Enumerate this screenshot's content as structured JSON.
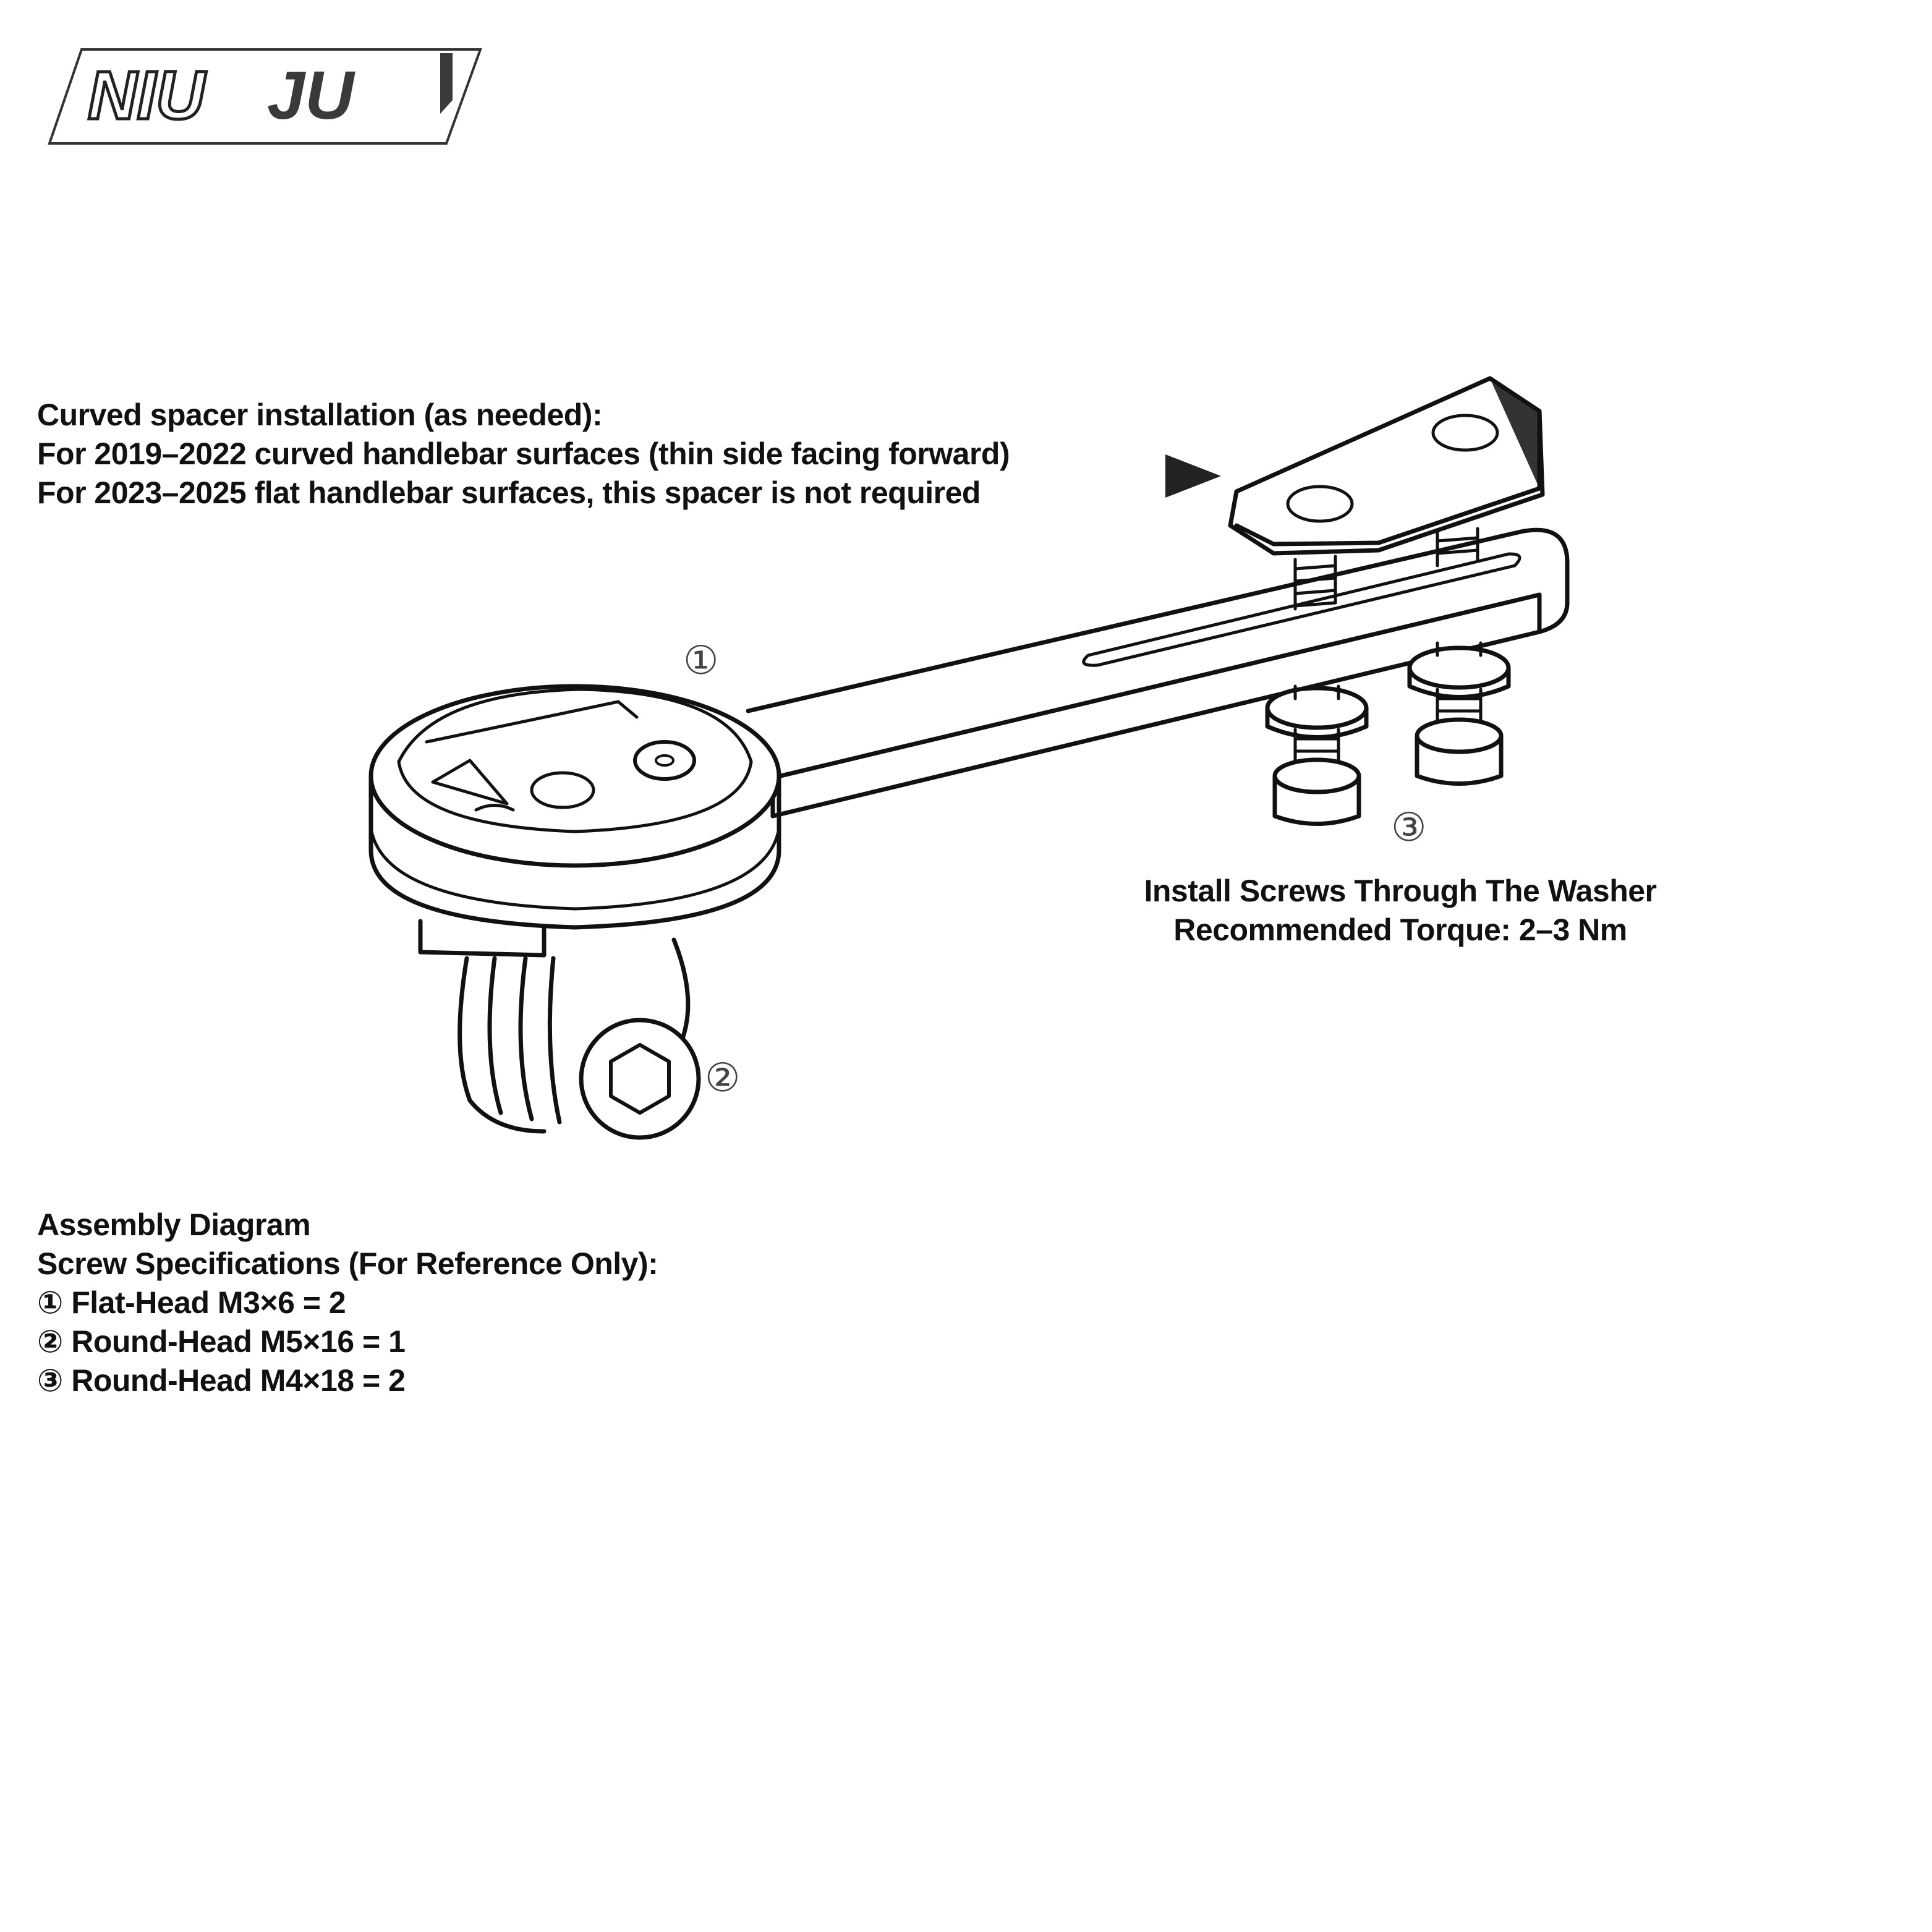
{
  "logo": {
    "text_left": "NIU",
    "text_right": "JU"
  },
  "spacer_note": {
    "line1": "Curved spacer installation (as needed):",
    "line2": "For 2019–2022 curved handlebar surfaces (thin side facing forward)",
    "line3": "For 2023–2025 flat handlebar surfaces, this spacer is not required"
  },
  "washer_note": {
    "line1": "Install Screws Through The Washer",
    "line2": "Recommended Torque: 2–3 Nm"
  },
  "callouts": {
    "one": "①",
    "two": "②",
    "three": "③"
  },
  "specs": {
    "title": "Assembly Diagram",
    "subtitle": "Screw Specifications (For Reference Only):",
    "items": [
      "① Flat-Head M3×6 = 2",
      "② Round-Head M5×16 = 1",
      "③ Round-Head M4×18 = 2"
    ]
  },
  "colors": {
    "ink": "#111111",
    "logo_dark": "#3a3a3a",
    "callout": "#444444"
  },
  "icons": [
    "pointer-arrow-icon",
    "hex-socket-icon"
  ]
}
